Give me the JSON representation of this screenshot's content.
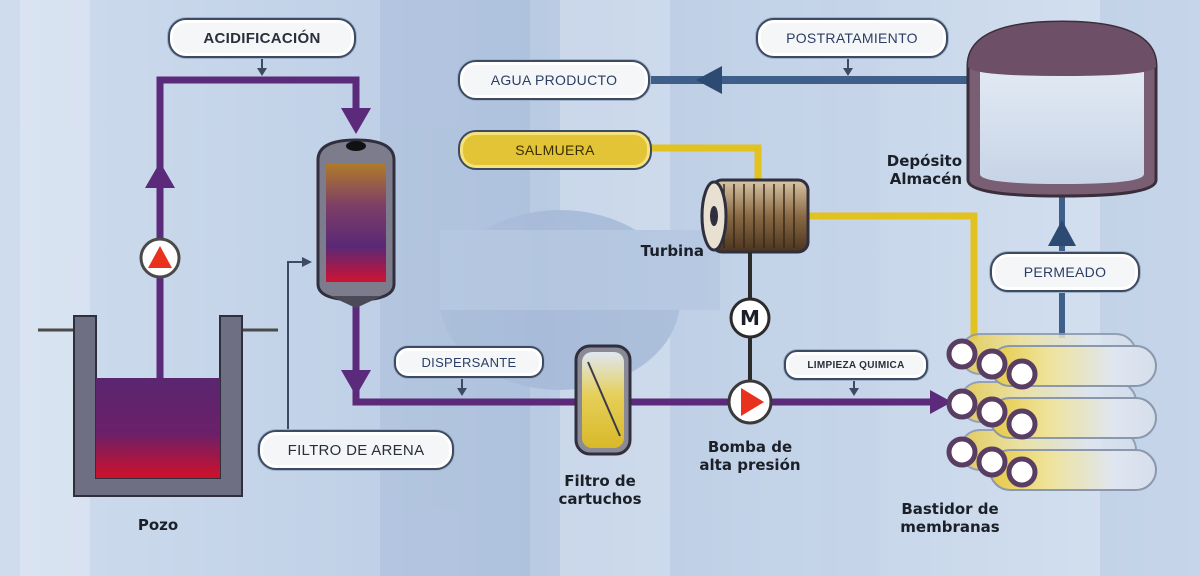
{
  "labels": {
    "acidificacion": "ACIDIFICACIÓN",
    "postratamiento": "POSTRATAMIENTO",
    "agua_producto": "AGUA PRODUCTO",
    "salmuera": "SALMUERA",
    "permeado": "PERMEADO",
    "dispersante": "DISPERSANTE",
    "limpieza_quimica": "LIMPIEZA QUIMICA",
    "filtro_de_arena": "FILTRO DE ARENA"
  },
  "components": {
    "pozo": "Pozo",
    "turbina": "Turbina",
    "motor_symbol": "M",
    "deposito_line1": "Depósito",
    "deposito_line2": "Almacén",
    "filtro_cartuchos_line1": "Filtro de",
    "filtro_cartuchos_line2": "cartuchos",
    "bomba_line1": "Bomba de",
    "bomba_line2": "alta presión",
    "bastidor_line1": "Bastidor de",
    "bastidor_line2": "membranas"
  },
  "colors": {
    "feed_line": "#5b2a7a",
    "brine_line": "#e2c21f",
    "product_line": "#3e5f8a",
    "pump_red": "#e8321e",
    "tank_liquid_top": "#5a2670",
    "tank_liquid_bottom": "#d0102a"
  }
}
